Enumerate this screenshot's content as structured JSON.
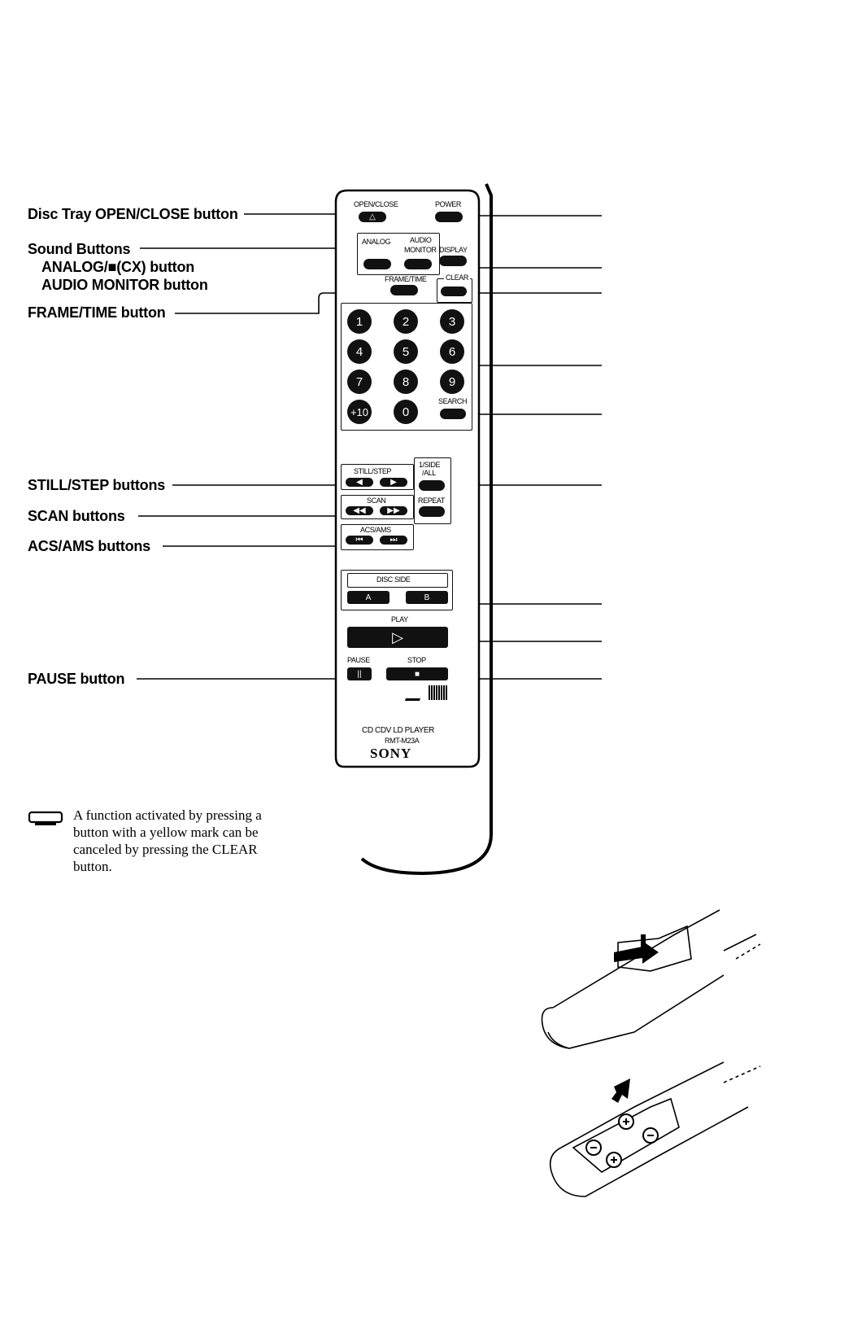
{
  "labels": {
    "disc_tray": "Disc Tray OPEN/CLOSE button",
    "sound_buttons": "Sound Buttons",
    "analog_cx": "ANALOG/■(CX) button",
    "audio_monitor": "AUDIO MONITOR button",
    "frame_time": "FRAME/TIME button",
    "still_step": "STILL/STEP buttons",
    "scan": "SCAN buttons",
    "acs_ams": "ACS/AMS buttons",
    "pause": "PAUSE button"
  },
  "note": "A function activated by pressing a button with a yellow mark can be canceled by pressing the CLEAR button.",
  "remote": {
    "open_close": "OPEN/CLOSE",
    "power": "POWER",
    "analog": "ANALOG",
    "audio": "AUDIO",
    "monitor": "MONITOR",
    "display": "DISPLAY",
    "frame_time": "FRAME/TIME",
    "clear": "CLEAR",
    "numbers": [
      "1",
      "2",
      "3",
      "4",
      "5",
      "6",
      "7",
      "8",
      "9",
      "+10",
      "0"
    ],
    "search": "SEARCH",
    "still_step": "STILL/STEP",
    "side": "1/SIDE",
    "all": "/ALL",
    "scan": "SCAN",
    "repeat": "REPEAT",
    "acs_ams": "ACS/AMS",
    "disc_side": "DISC SIDE",
    "side_a": "A",
    "side_b": "B",
    "play": "PLAY",
    "pause": "PAUSE",
    "stop": "STOP",
    "model_line1": "CD CDV LD PLAYER",
    "model_line2": "RMT-M23A",
    "brand": "SONY"
  },
  "icons": [
    "note-remote-icon",
    "battery-cover-illustration",
    "battery-insertion-illustration"
  ]
}
